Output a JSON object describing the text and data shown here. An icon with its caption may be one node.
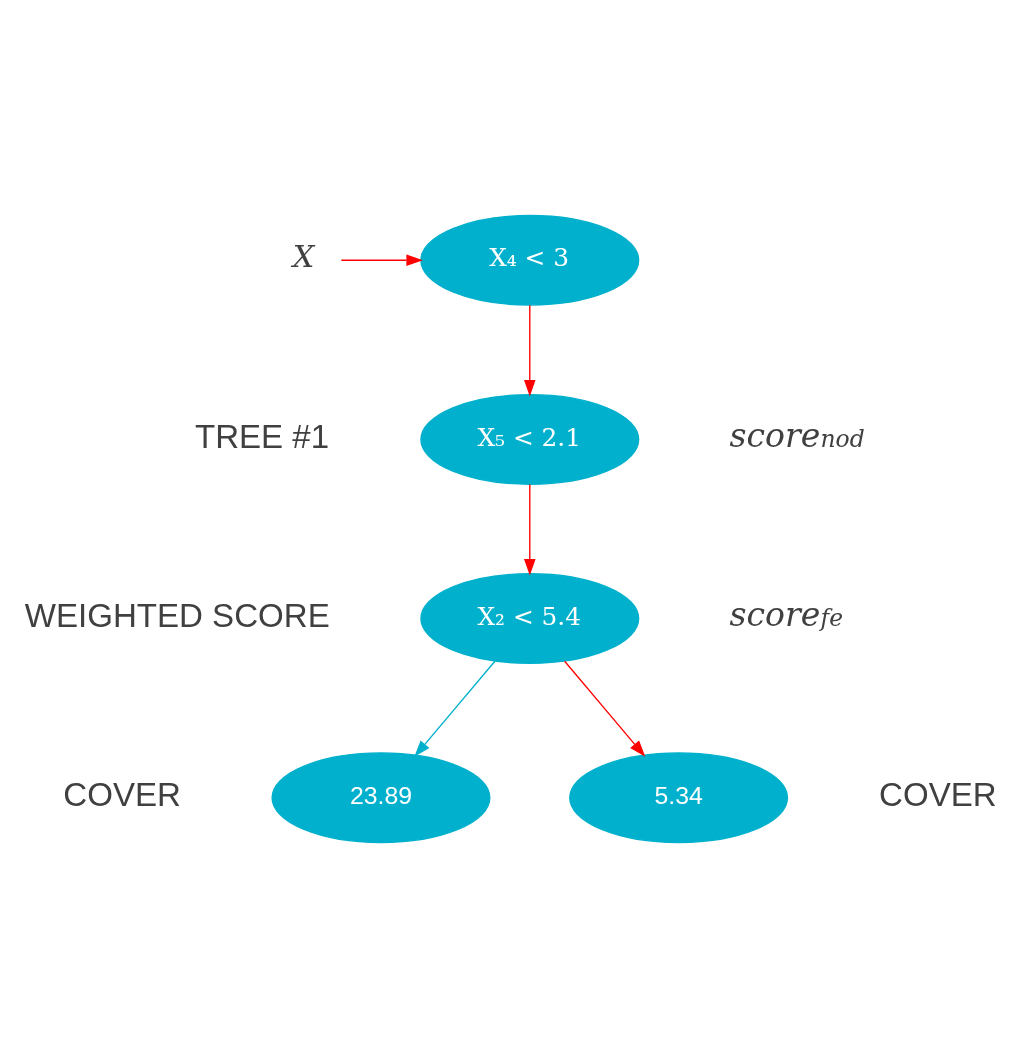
{
  "diagram": {
    "nodes": [
      {
        "text": [
          "X"
        ]
      },
      {
        "text": [
          "X₄ < 3"
        ]
      },
      {
        "text": [
          "X₅ < 2.1"
        ]
      },
      {
        "text": [
          "X₂ < 5.4"
        ],
        "beside": [
          "WEIGHTED SCORE"
        ]
      },
      {
        "text": [
          "23.89"
        ],
        "beside": [
          "COVER"
        ]
      },
      {
        "text": [
          "5.34"
        ],
        "beside": [
          "COVER"
        ]
      }
    ],
    "edges": [
      {
        "from": 0,
        "to": 1,
        "arrow": "to"
      },
      {
        "from": 1,
        "to": 2,
        "arrow": "to"
      },
      {
        "from": 2,
        "to": 3,
        "arrow": "to"
      },
      {
        "from": 3,
        "to": 4,
        "arrow": "to",
        "color": "#00b0cc"
      },
      {
        "from": 3,
        "to": 5,
        "arrow": "to"
      }
    ],
    "labels": [
      "TREE #1",
      "score$_{nod}$",
      "score$_{fe}$"
    ]
  }
}
